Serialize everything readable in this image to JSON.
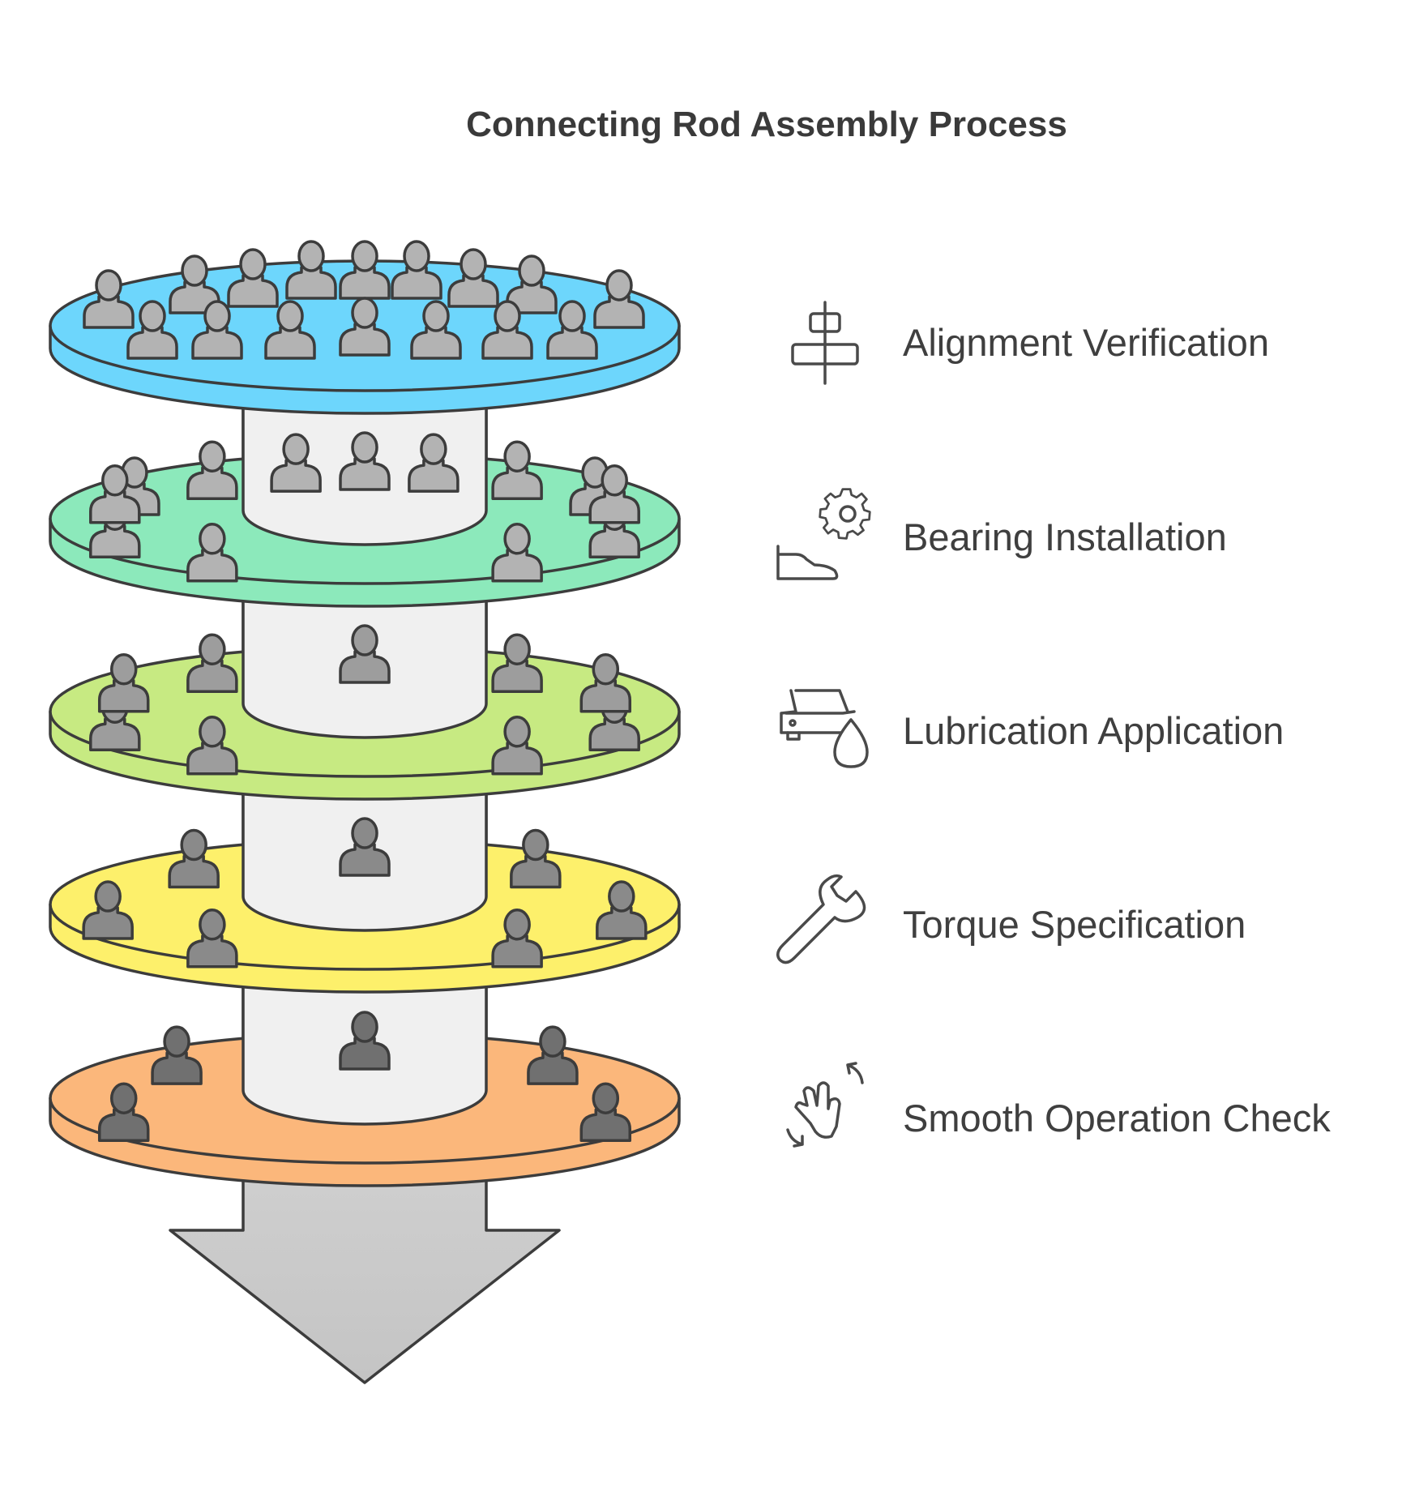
{
  "title": "Connecting Rod Assembly Process",
  "steps": [
    {
      "label": "Alignment Verification",
      "icon": "align-icon",
      "color": "#6dd6fc",
      "people": 20,
      "person_color": "#b3b3b3"
    },
    {
      "label": "Bearing Installation",
      "icon": "bearing-gear-icon",
      "color": "#8ce9bb",
      "people": 15,
      "person_color": "#b3b3b3"
    },
    {
      "label": "Lubrication Application",
      "icon": "car-oil-drop-icon",
      "color": "#c7ea82",
      "people": 10,
      "person_color": "#9d9d9d"
    },
    {
      "label": "Torque Specification",
      "icon": "wrench-icon",
      "color": "#fdf06b",
      "people": 8,
      "person_color": "#8a8a8a"
    },
    {
      "label": "Smooth Operation Check",
      "icon": "hand-gesture-icon",
      "color": "#fbb77b",
      "people": 6,
      "person_color": "#707070"
    }
  ],
  "colors": {
    "outline": "#3c3c3c",
    "column_top": "#f6f6f6",
    "column_bottom": "#c2c2c2",
    "text": "#3f3f3f"
  }
}
